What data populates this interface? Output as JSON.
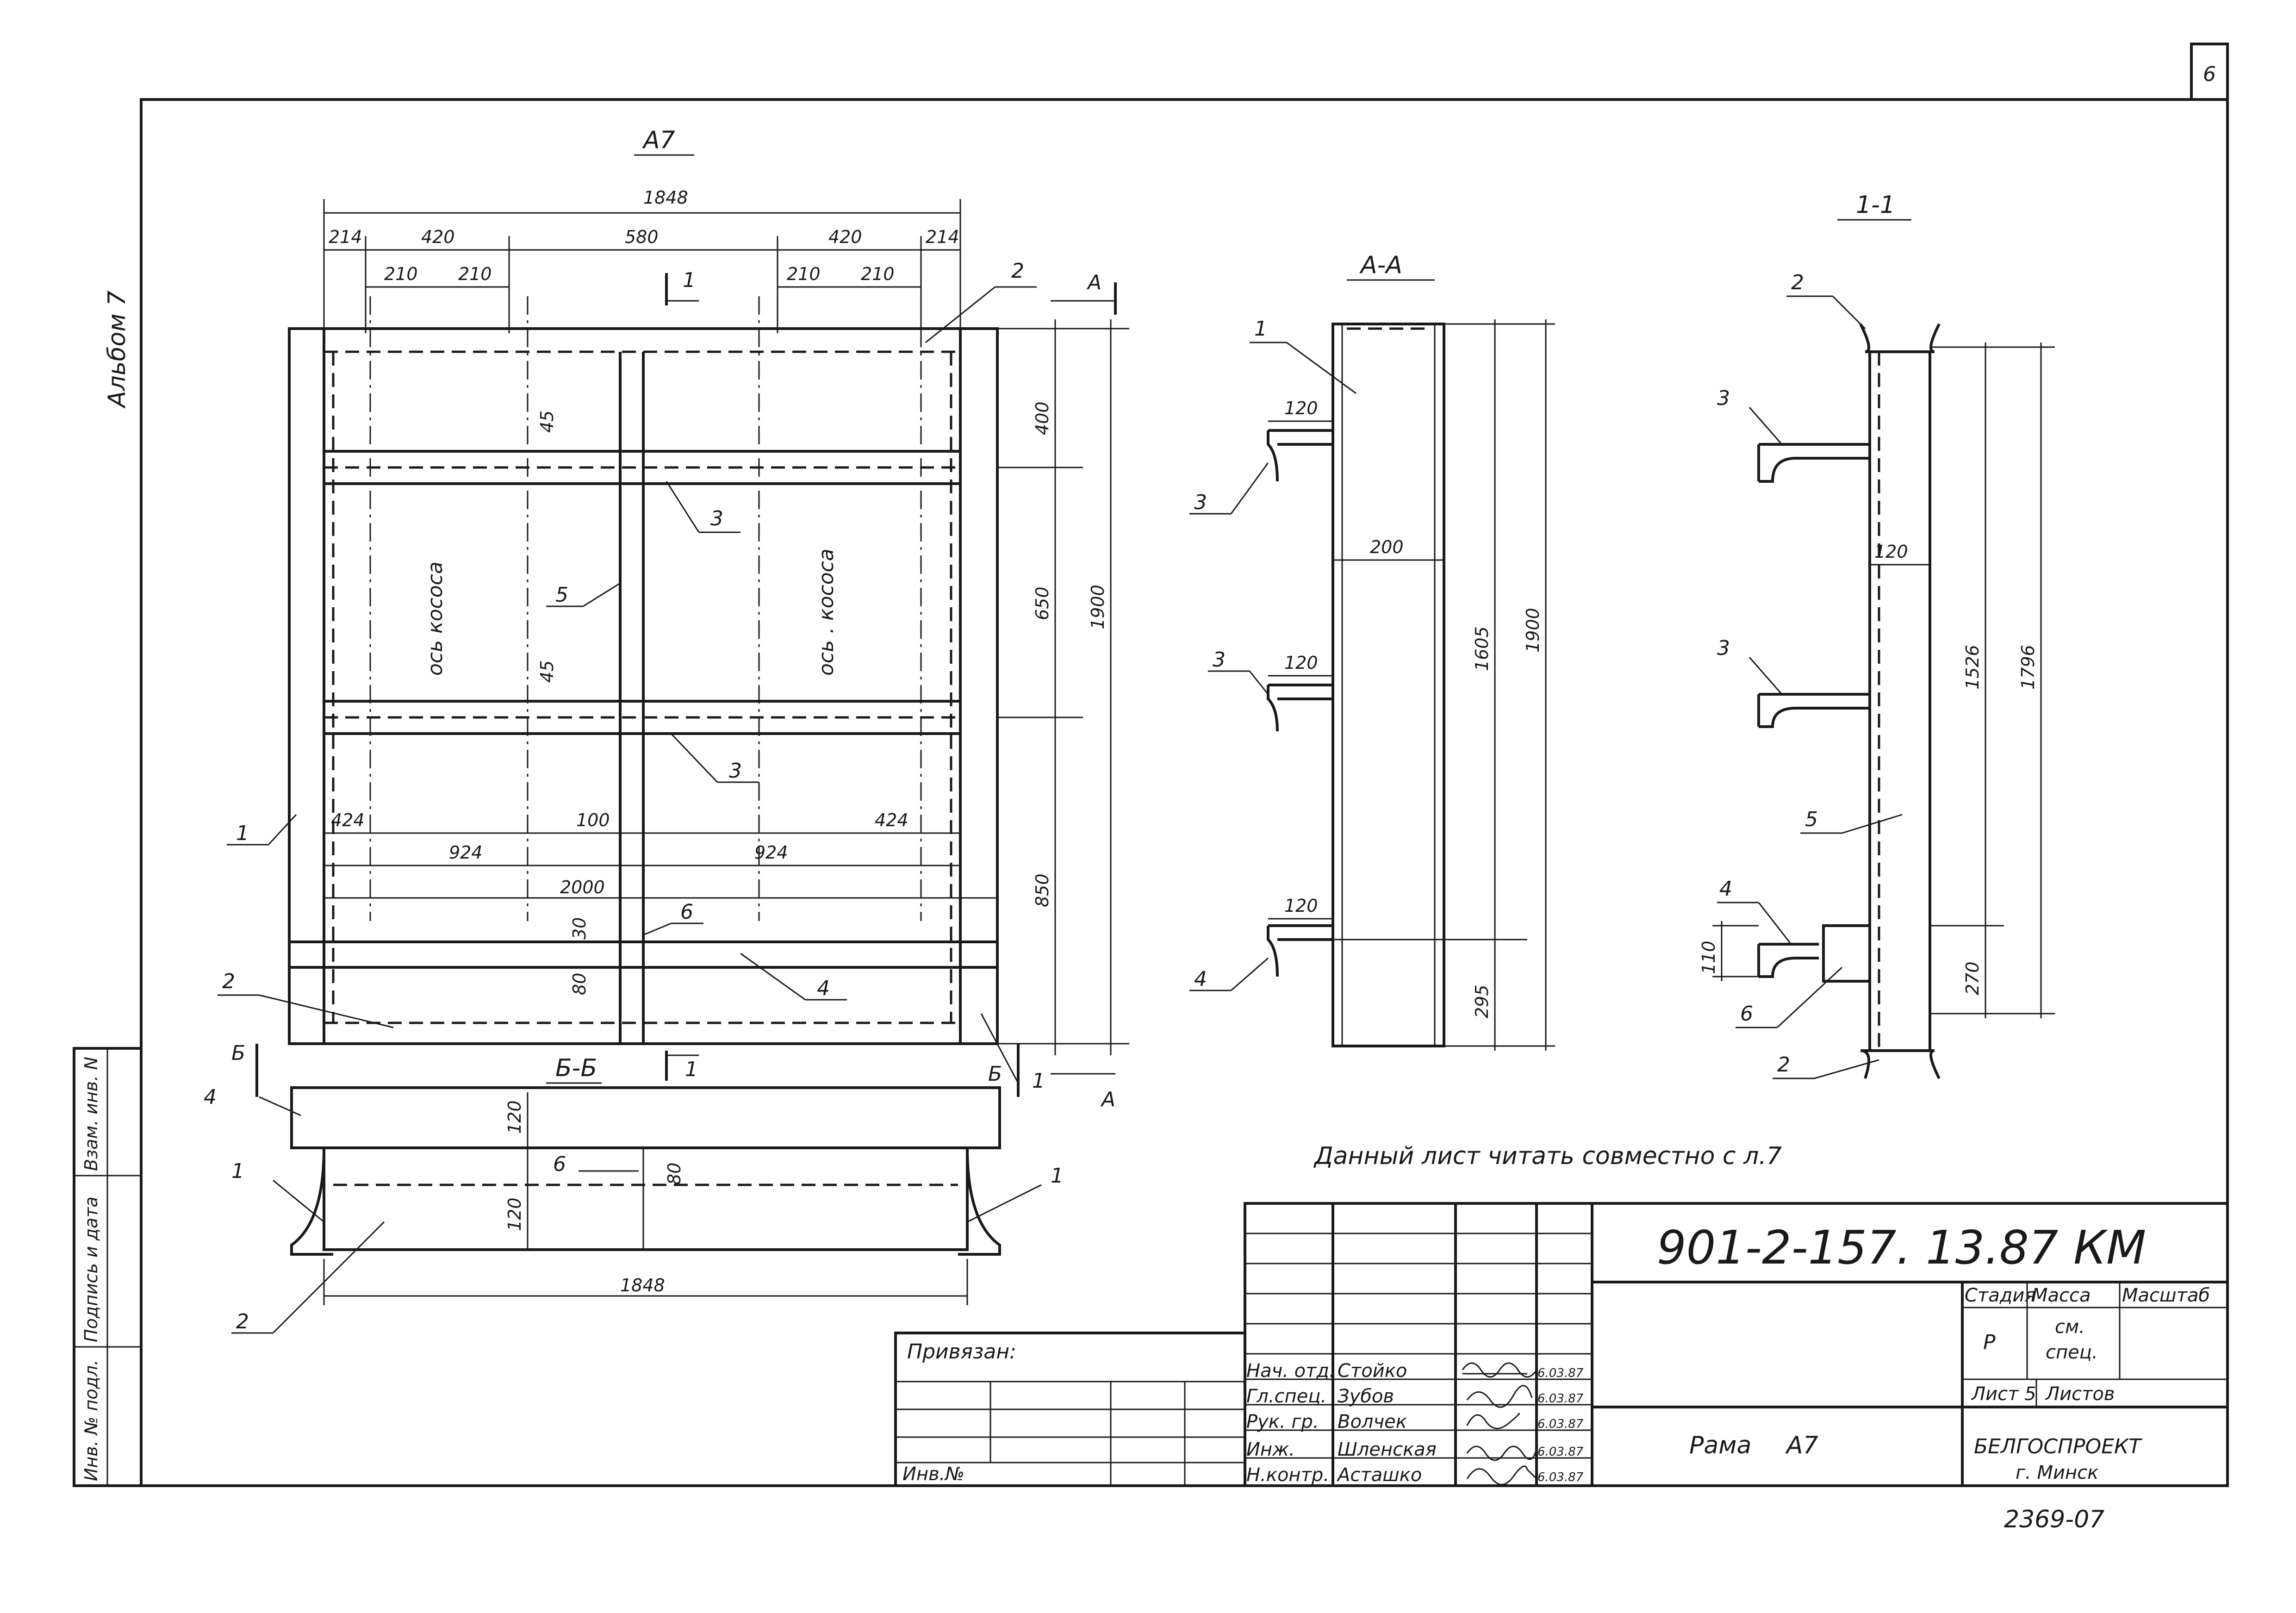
{
  "sheet": {
    "page_number": "6",
    "album": "Альбом 7",
    "note": "Данный лист читать совместно с л.7"
  },
  "views": {
    "main": {
      "title": "А7",
      "dims_top": [
        "1848",
        "214",
        "420",
        "580",
        "420",
        "214",
        "210",
        "210",
        "210",
        "210"
      ],
      "dims_right": [
        "400",
        "650",
        "850",
        "1900"
      ],
      "dims_mid": [
        "45",
        "45",
        "424",
        "100",
        "424",
        "924",
        "924",
        "2000",
        "30",
        "80"
      ],
      "axis_left": "ось кососа",
      "axis_right": "ось . кососа",
      "section_marks": [
        "1",
        "1",
        "А",
        "А",
        "Б",
        "Б"
      ],
      "callouts": [
        "2",
        "3",
        "5",
        "3",
        "1",
        "6",
        "2",
        "4",
        "1"
      ]
    },
    "section_bb": {
      "title": "Б-Б",
      "dims": [
        "120",
        "80",
        "120",
        "1848"
      ],
      "callouts": [
        "4",
        "1",
        "6",
        "1",
        "2"
      ]
    },
    "section_aa": {
      "title": "А-А",
      "dims": [
        "120",
        "200",
        "120",
        "120",
        "1605",
        "1900",
        "295"
      ],
      "callouts": [
        "1",
        "3",
        "3",
        "4"
      ]
    },
    "section_11": {
      "title": "1-1",
      "dims": [
        "120",
        "1526",
        "1796",
        "110",
        "270"
      ],
      "callouts": [
        "2",
        "3",
        "3",
        "5",
        "4",
        "6",
        "2"
      ]
    }
  },
  "title_block": {
    "designation": "901-2-157. 13.87",
    "mark": "КМ",
    "privyazan": "Привязан:",
    "inv_no": "Инв.№",
    "roles": [
      "Нач. отд.",
      "Гл.спец.",
      "Рук. гр.",
      "Инж.",
      "Н.контр."
    ],
    "names": [
      "Стойко",
      "Зубов",
      "Волчек",
      "Шленская",
      "Асташко"
    ],
    "dates": [
      "6.03.87",
      "6.03.87",
      "6.03.87",
      "6.03.87",
      "6.03.87"
    ],
    "stage_hdr": "Стадия",
    "mass_hdr": "Масса",
    "scale_hdr": "Масштаб",
    "stage": "Р",
    "mass_line1": "см.",
    "mass_line2": "спец.",
    "sheet_label": "Лист 5",
    "sheets_label": "Листов",
    "object_name": "Рама",
    "object_code": "А7",
    "org": "БЕЛГОСПРОЕКТ",
    "city": "г. Минск",
    "archive_no": "2369-07"
  },
  "side_stamp": [
    "Инв. № подл.",
    "Подпись и дата",
    "Взам. инв. N"
  ]
}
